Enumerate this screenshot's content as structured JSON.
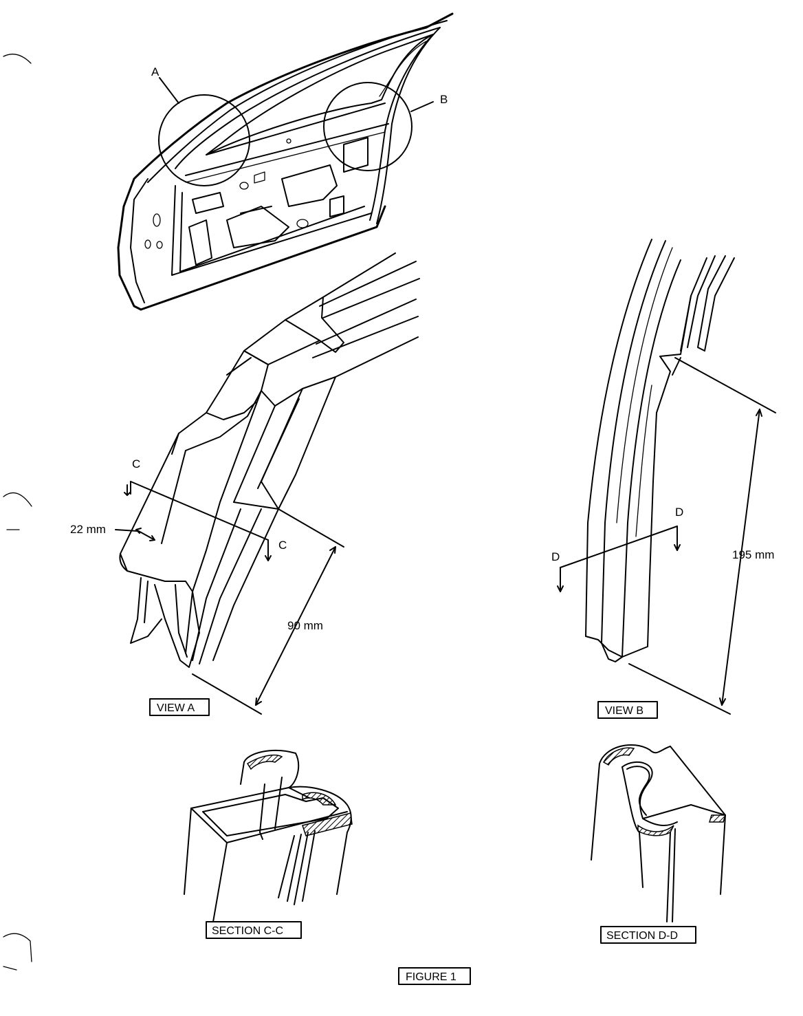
{
  "labels": {
    "detail_a": "A",
    "detail_b": "B",
    "section_c_left": "C",
    "section_c_right": "C",
    "section_d_left": "D",
    "section_d_right": "D",
    "dim_22": "22 mm",
    "dim_90": "90 mm",
    "dim_195": "195 mm"
  },
  "captions": {
    "view_a": "VIEW A",
    "view_b": "VIEW B",
    "section_cc": "SECTION C-C",
    "section_dd": "SECTION D-D",
    "figure": "FIGURE 1"
  }
}
